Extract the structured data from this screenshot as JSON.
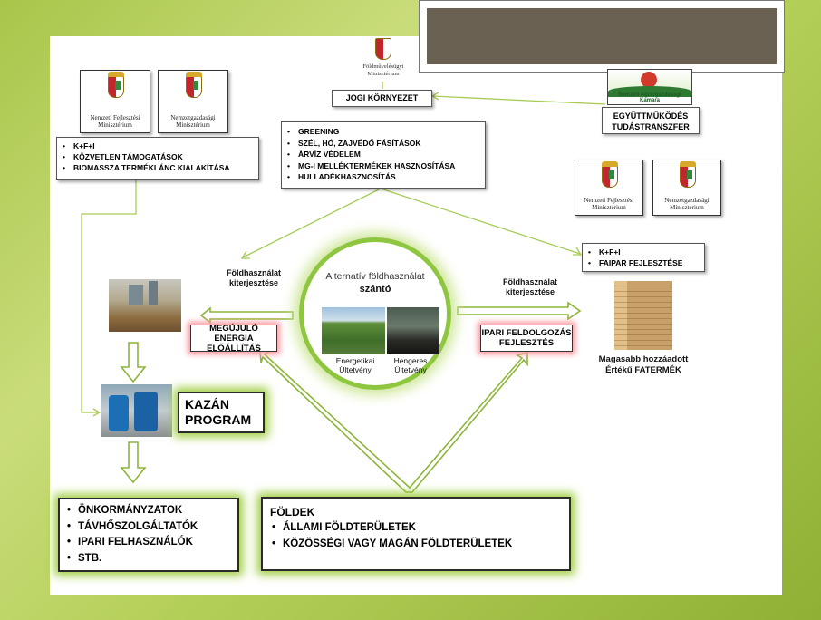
{
  "ministries": {
    "nfm": "Nemzeti Fejlesztési Minisztérium",
    "ngm": "Nemzetgazdasági Minisztérium",
    "fm": "Földművelésügyi Minisztérium",
    "nak": "Nemzeti Agrárgazdasági Kamara"
  },
  "left_list": [
    "K+F+I",
    "KÖZVETLEN TÁMOGATÁSOK",
    "BIOMASSZA TERMÉKLÁNC KIALAKÍTÁSA"
  ],
  "jogi": "JOGI KÖRNYEZET",
  "egyuttmukodes": [
    "EGYÜTTMŰKÖDÉS",
    "TUDÁSTRANSZFER"
  ],
  "center_list": [
    "GREENING",
    "SZÉL, HÓ, ZAJVÉDŐ FÁSÍTÁSOK",
    "ÁRVÍZ VÉDELEM",
    "MG-I MELLÉKTERMÉKEK HASZNOSÍTÁSA",
    "HULLADÉKHASZNOSÍTÁS"
  ],
  "right_list": [
    "K+F+I",
    "FAIPAR FEJLESZTÉSE"
  ],
  "land_use_left": [
    "Földhasználat",
    "kiterjesztése"
  ],
  "land_use_right": [
    "Földhasználat",
    "kiterjesztése"
  ],
  "circle": {
    "title": "Alternatív földhasználat",
    "subtitle": "szántó",
    "photo1": [
      "Energetikai",
      "Ültetvény"
    ],
    "photo2": [
      "Hengeres",
      "Ültetvény"
    ]
  },
  "energy": [
    "MEGÚJULÓ ENERGIA",
    "ELŐÁLLÍTÁS"
  ],
  "industry": [
    "IPARI FELDOLGOZÁS",
    "FEJLESZTÉS"
  ],
  "wood": [
    "Magasabb hozzáadott",
    "Értékű FATERMÉK"
  ],
  "kazan": [
    "KAZÁN",
    "PROGRAM"
  ],
  "users": [
    "ÖNKORMÁNYZATOK",
    "TÁVHŐSZOLGÁLTATÓK",
    "IPARI FELHASZNÁLÓK",
    "STB."
  ],
  "foldek": {
    "title": "FÖLDEK",
    "items": [
      "ÁLLAMI FÖLDTERÜLETEK",
      "KÖZÖSSÉGI VAGY MAGÁN FÖLDTERÜLETEK"
    ]
  },
  "colors": {
    "accent_green": "#8ec63f",
    "glow_green": "#9ccc3a",
    "glow_red": "#ff9aa2",
    "top_box": "#6b6153"
  }
}
